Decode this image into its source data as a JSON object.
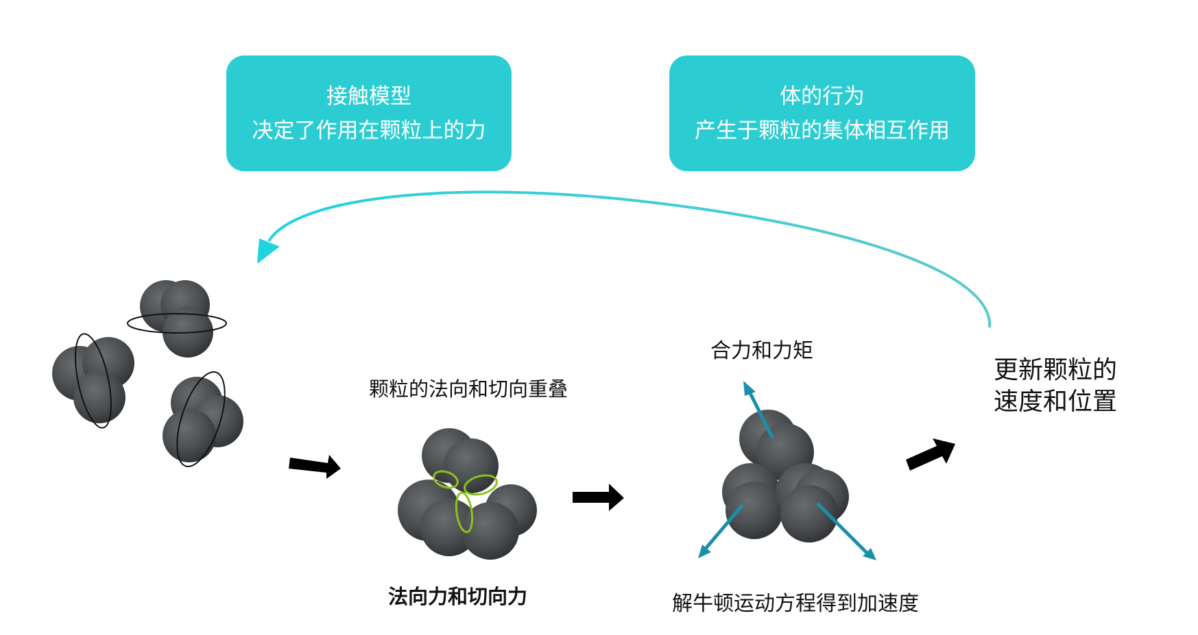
{
  "boxes": [
    {
      "line1": "接触模型",
      "line2": "决定了作用在颗粒上的力"
    },
    {
      "line1": "体的行为",
      "line2": "产生于颗粒的集体相互作用"
    }
  ],
  "labels": {
    "overlap": "颗粒的法向和切向重叠",
    "forces": "法向力和切向力",
    "resultant": "合力和力矩",
    "newton": "解牛顿运动方程得到加速度",
    "update_line1": "更新颗粒的",
    "update_line2": "速度和位置"
  },
  "colors": {
    "box": "#2ccdd2",
    "force_arrow": "#1a8fa8",
    "contact": "#8cc21a",
    "particle": "#4a4d50"
  }
}
